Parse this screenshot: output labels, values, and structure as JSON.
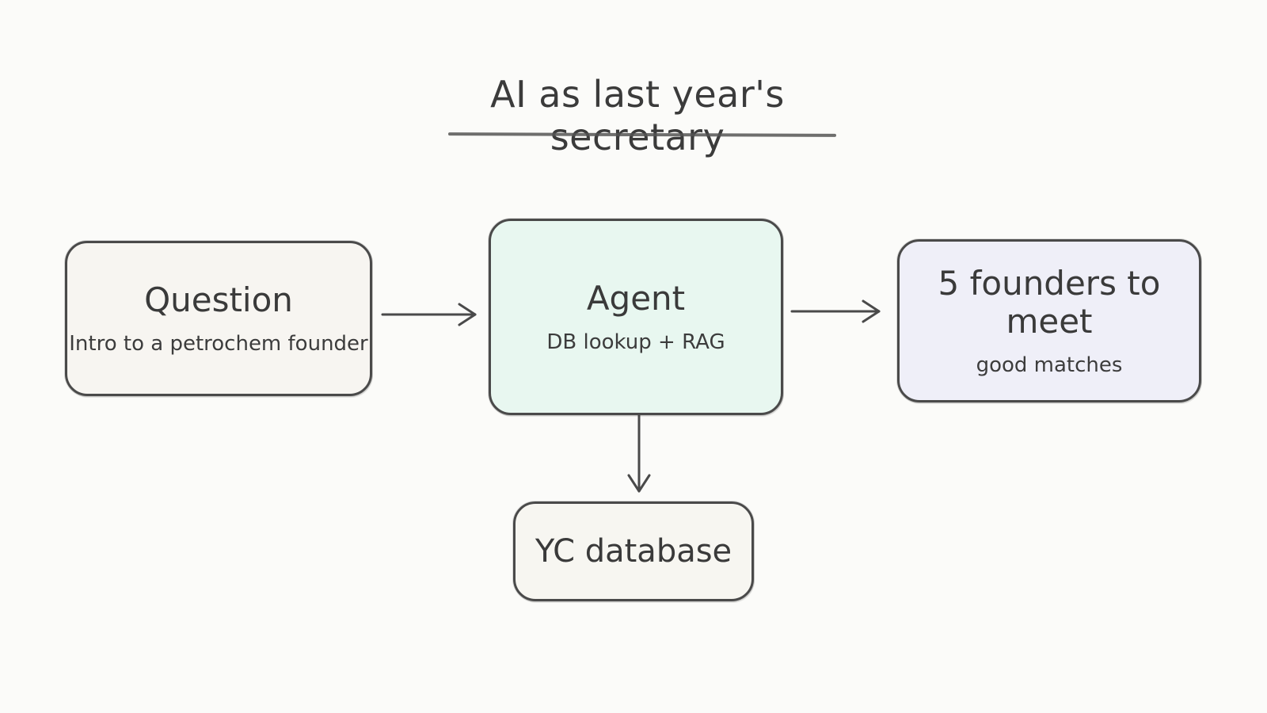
{
  "diagram": {
    "title": "AI as last year's secretary",
    "nodes": {
      "question": {
        "title": "Question",
        "subtitle": "Intro to a petrochem founder"
      },
      "agent": {
        "title": "Agent",
        "subtitle": "DB lookup + RAG"
      },
      "output": {
        "title": "5 founders to meet",
        "subtitle": "good matches"
      },
      "database": {
        "title": "YC database"
      }
    },
    "edges": [
      {
        "from": "question",
        "to": "agent"
      },
      {
        "from": "agent",
        "to": "output"
      },
      {
        "from": "agent",
        "to": "database"
      }
    ],
    "colors": {
      "question_fill": "#f7f5f1",
      "agent_fill": "#e8f7f0",
      "output_fill": "#efeff8",
      "database_fill": "#f7f6f1",
      "stroke": "#4a4a4a"
    }
  }
}
